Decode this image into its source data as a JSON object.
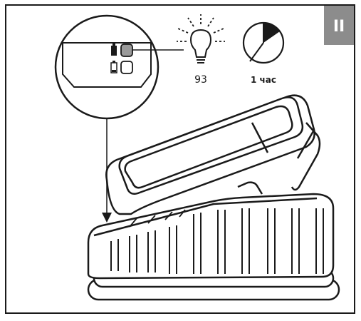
{
  "figure": {
    "step_label": "II",
    "led_ref": "93",
    "charge_time": "1 час"
  },
  "colors": {
    "line": "#1a1a1a",
    "step_badge": "#8c8c8c",
    "led_lit": "#9a9a9a"
  },
  "icons": {
    "indicator": "lightbulb-icon",
    "duration": "clock-icon",
    "battery_full": "battery-full-icon",
    "battery_low": "battery-low-icon"
  }
}
